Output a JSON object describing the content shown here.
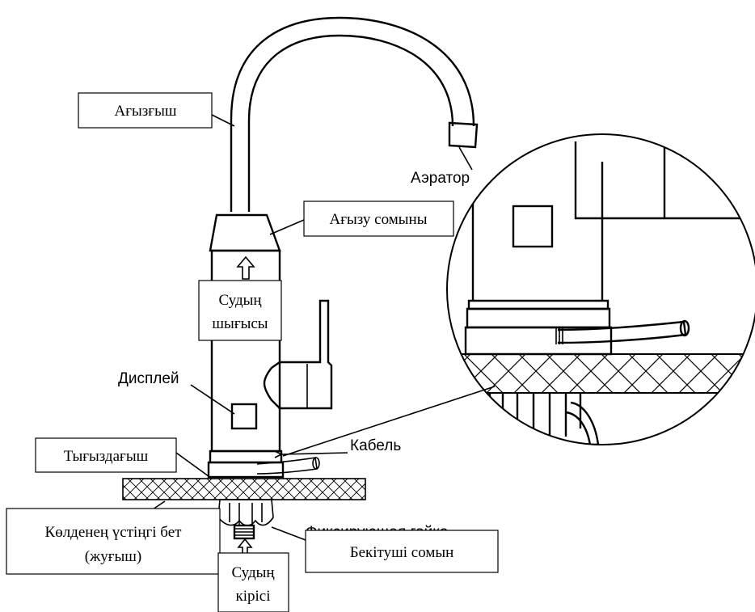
{
  "labels": {
    "spout": "Ағызғыш",
    "aerator": "Аэратор",
    "spout_nut": "Ағызу сомыны",
    "water_outlet": [
      "Судың",
      "шығысы"
    ],
    "display": "Дисплей",
    "cable": "Кабель",
    "gasket": "Тығыздағыш",
    "countertop": [
      "Көлденең үстіңгі бет",
      "(жуғыш)"
    ],
    "water_inlet": [
      "Судың",
      "кірісі"
    ],
    "fixing_nut": "Бекітуші  сомын",
    "fixing_nut_hidden": "Фиксирующая гайка"
  },
  "colors": {
    "line": "#000000",
    "background": "#ffffff"
  }
}
